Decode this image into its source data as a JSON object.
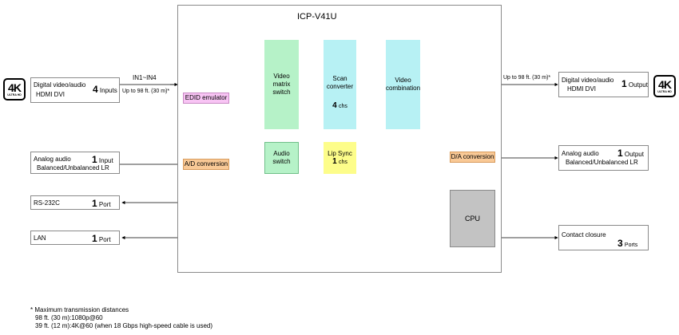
{
  "device": {
    "title": "ICP-V41U"
  },
  "inputs": {
    "hdmi": {
      "line1": "Digital video/audio",
      "line2": "HDMI DVI",
      "count": "4",
      "unit": "Inputs",
      "badge": "4K",
      "badge_sub": "ULTRA HD"
    },
    "analog": {
      "line1": "Analog audio",
      "line2": "Balanced/Unbalanced LR",
      "count": "1",
      "unit": "Input"
    },
    "rs232": {
      "label": "RS-232C",
      "count": "1",
      "unit": "Port"
    },
    "lan": {
      "label": "LAN",
      "count": "1",
      "unit": "Port"
    }
  },
  "outputs": {
    "hdmi": {
      "line1": "Digital video/audio",
      "line2": "HDMI DVI",
      "count": "1",
      "unit": "Output",
      "badge": "4K",
      "badge_sub": "ULTRA HD"
    },
    "analog": {
      "line1": "Analog audio",
      "line2": "Balanced/Unbalanced LR",
      "count": "1",
      "unit": "Output"
    },
    "contact": {
      "label": "Contact closure",
      "count": "3",
      "unit": "Ports"
    }
  },
  "blocks": {
    "edid": "EDID emulator",
    "ad": "A/D conversion",
    "video_matrix": {
      "l1": "Video",
      "l2": "matrix",
      "l3": "switch"
    },
    "audio_switch": {
      "l1": "Audio",
      "l2": "switch"
    },
    "scan": {
      "l1": "Scan",
      "l2": "converter",
      "count": "4",
      "unit": "chs"
    },
    "lipsync": {
      "l1": "Lip Sync",
      "count": "1",
      "unit": "chs"
    },
    "video_comb": {
      "l1": "Video",
      "l2": "combination"
    },
    "da": "D/A conversion",
    "cpu": "CPU"
  },
  "annotations": {
    "in_range": "IN1~IN4",
    "in_distance": "Up to 98 ft. (30 m)*",
    "out_distance": "Up to 98 ft. (30 m)*"
  },
  "footnote": {
    "title": "* Maximum transmission distances",
    "line1": "98 ft. (30 m):1080p@60",
    "line2": "39 ft. (12 m):4K@60 (when 18 Gbps high-speed cable is used)"
  },
  "colors": {
    "green": "#b6f2c8",
    "cyan": "#b7f1f4",
    "yellow": "#fdfd8a",
    "orange": "#f9c996",
    "pink": "#f8c4f4",
    "cpu": "#c3c3c3"
  }
}
